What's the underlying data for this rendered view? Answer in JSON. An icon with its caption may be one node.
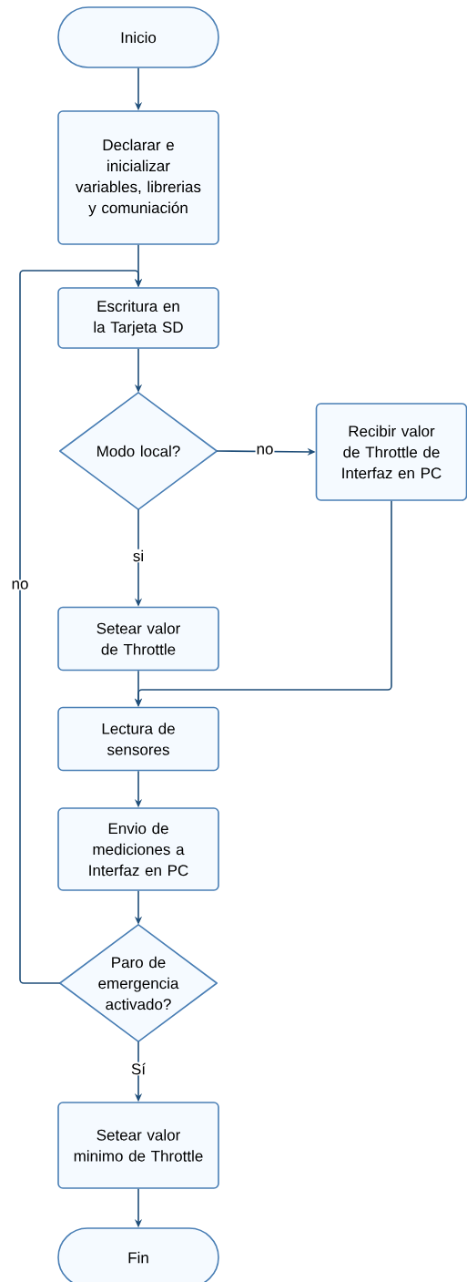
{
  "diagram": {
    "nodes": [
      {
        "text": [
          "Inicio"
        ]
      },
      {
        "text": [
          "Declarar e inicializar variables, librerias y comuniación"
        ]
      },
      {
        "text": [
          "Escritura en la Tarjeta SD"
        ]
      },
      {
        "text": [
          "Modo local?"
        ]
      },
      {
        "text": [
          "Recibir valor de Throttle de Interfaz en PC"
        ]
      },
      {
        "text": [
          "Setear valor de Throttle"
        ]
      },
      {
        "text": [
          "Lectura de sensores"
        ]
      },
      {
        "text": [
          "Envio de mediciones a Interfaz en PC"
        ]
      },
      {
        "text": [
          "Paro de emergencia activado?"
        ]
      },
      {
        "text": [
          "Setear valor minimo de Throttle"
        ]
      },
      {
        "text": [
          "Fin"
        ]
      }
    ],
    "edges": [
      {
        "from": 0,
        "to": 1,
        "arrow": "to"
      },
      {
        "from": 1,
        "to": 2,
        "arrow": "to"
      },
      {
        "from": 2,
        "to": 3,
        "arrow": "to"
      },
      {
        "from": 3,
        "to": 4,
        "arrow": "to",
        "label": "no"
      },
      {
        "from": 3,
        "to": 5,
        "arrow": "to",
        "label": "si"
      },
      {
        "from": 4,
        "to": 6,
        "arrow": "to"
      },
      {
        "from": 5,
        "to": 6,
        "arrow": "to"
      },
      {
        "from": 6,
        "to": 7,
        "arrow": "to"
      },
      {
        "from": 7,
        "to": 8,
        "arrow": "to"
      },
      {
        "from": 8,
        "to": 2,
        "arrow": "to",
        "label": "no"
      },
      {
        "from": 8,
        "to": 9,
        "arrow": "to",
        "label": "Sí"
      },
      {
        "from": 9,
        "to": 10,
        "arrow": "to"
      }
    ]
  }
}
